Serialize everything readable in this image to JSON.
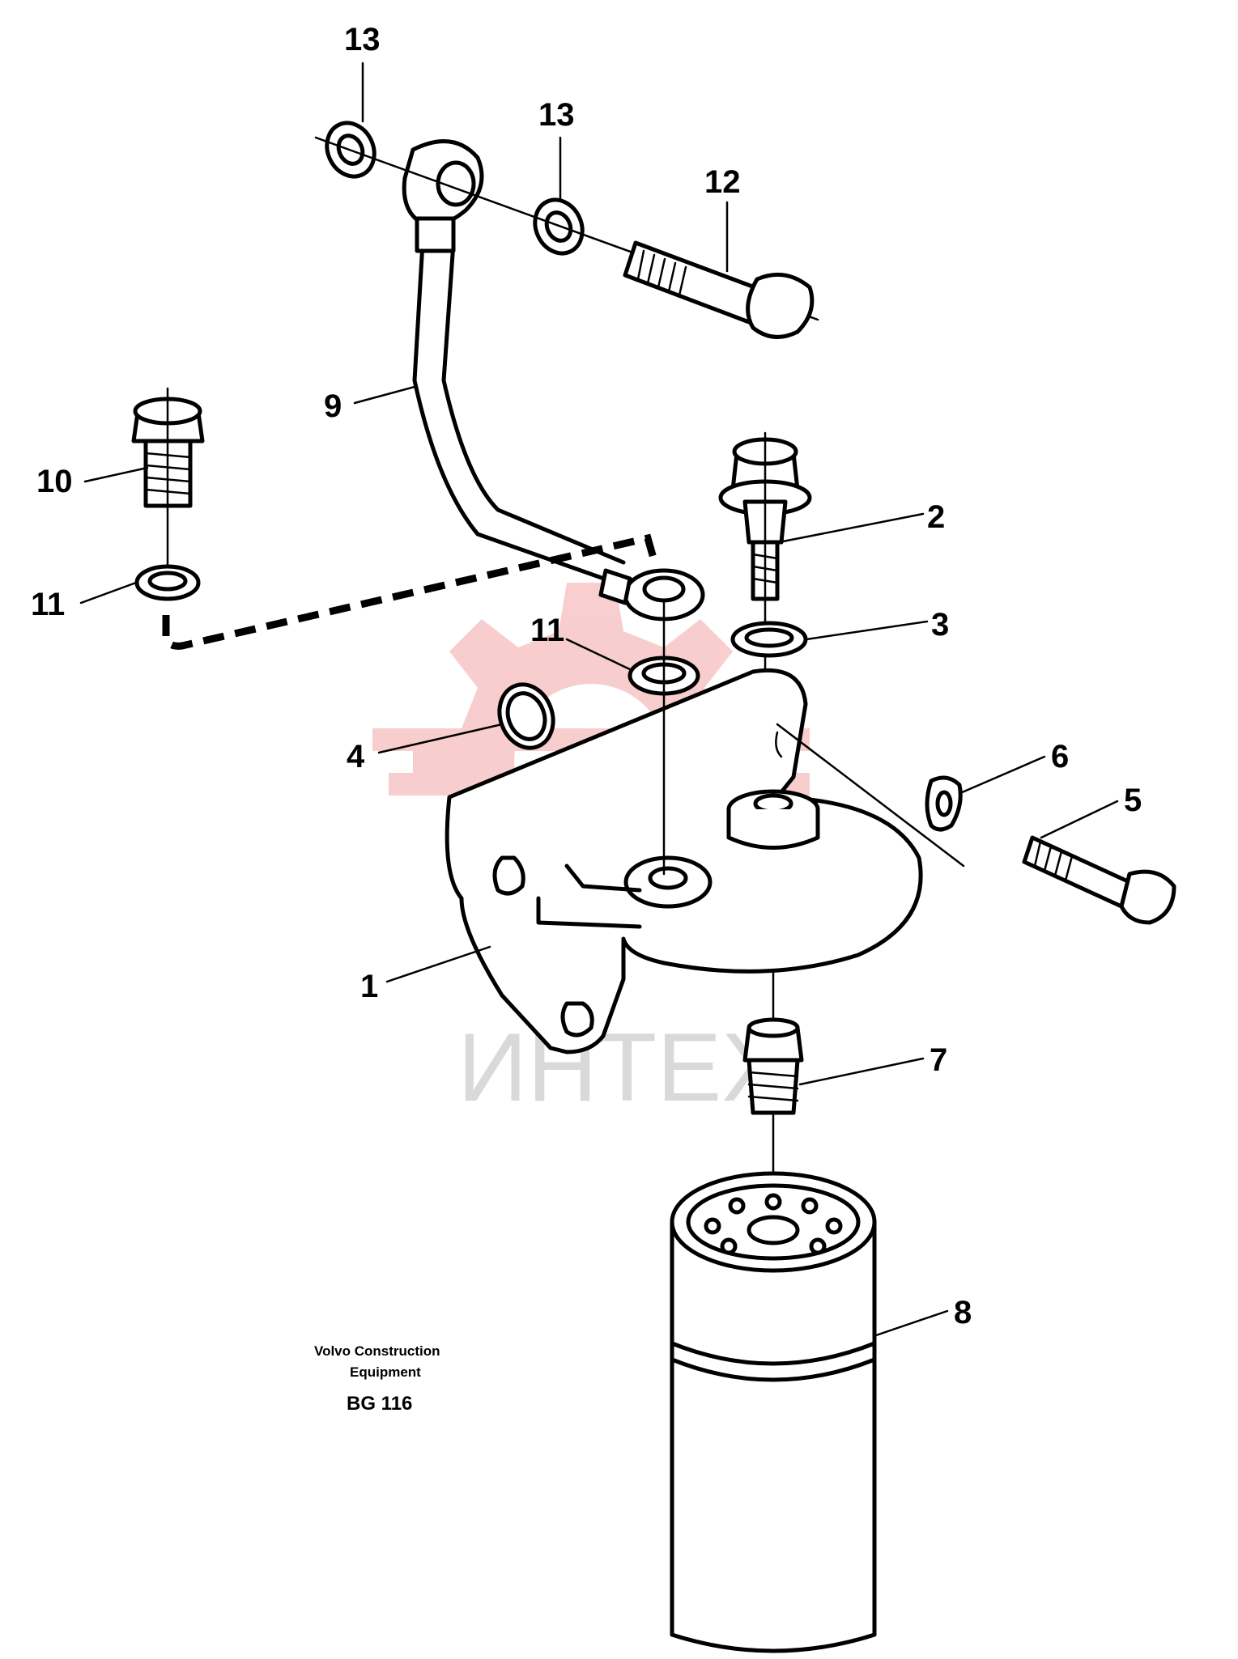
{
  "diagram": {
    "callouts": [
      {
        "id": "c13a",
        "text": "13"
      },
      {
        "id": "c13b",
        "text": "13"
      },
      {
        "id": "c12",
        "text": "12"
      },
      {
        "id": "c9",
        "text": "9"
      },
      {
        "id": "c10",
        "text": "10"
      },
      {
        "id": "c11a",
        "text": "11"
      },
      {
        "id": "c11b",
        "text": "11"
      },
      {
        "id": "c2",
        "text": "2"
      },
      {
        "id": "c3",
        "text": "3"
      },
      {
        "id": "c4",
        "text": "4"
      },
      {
        "id": "c6",
        "text": "6"
      },
      {
        "id": "c5",
        "text": "5"
      },
      {
        "id": "c1",
        "text": "1"
      },
      {
        "id": "c7",
        "text": "7"
      },
      {
        "id": "c8",
        "text": "8"
      }
    ],
    "caption": {
      "line1": "Volvo Construction",
      "line2": "Equipment",
      "code": "BG 116"
    },
    "watermark": {
      "text": "ИНТЕХ",
      "color": "#f2a5a5"
    }
  }
}
